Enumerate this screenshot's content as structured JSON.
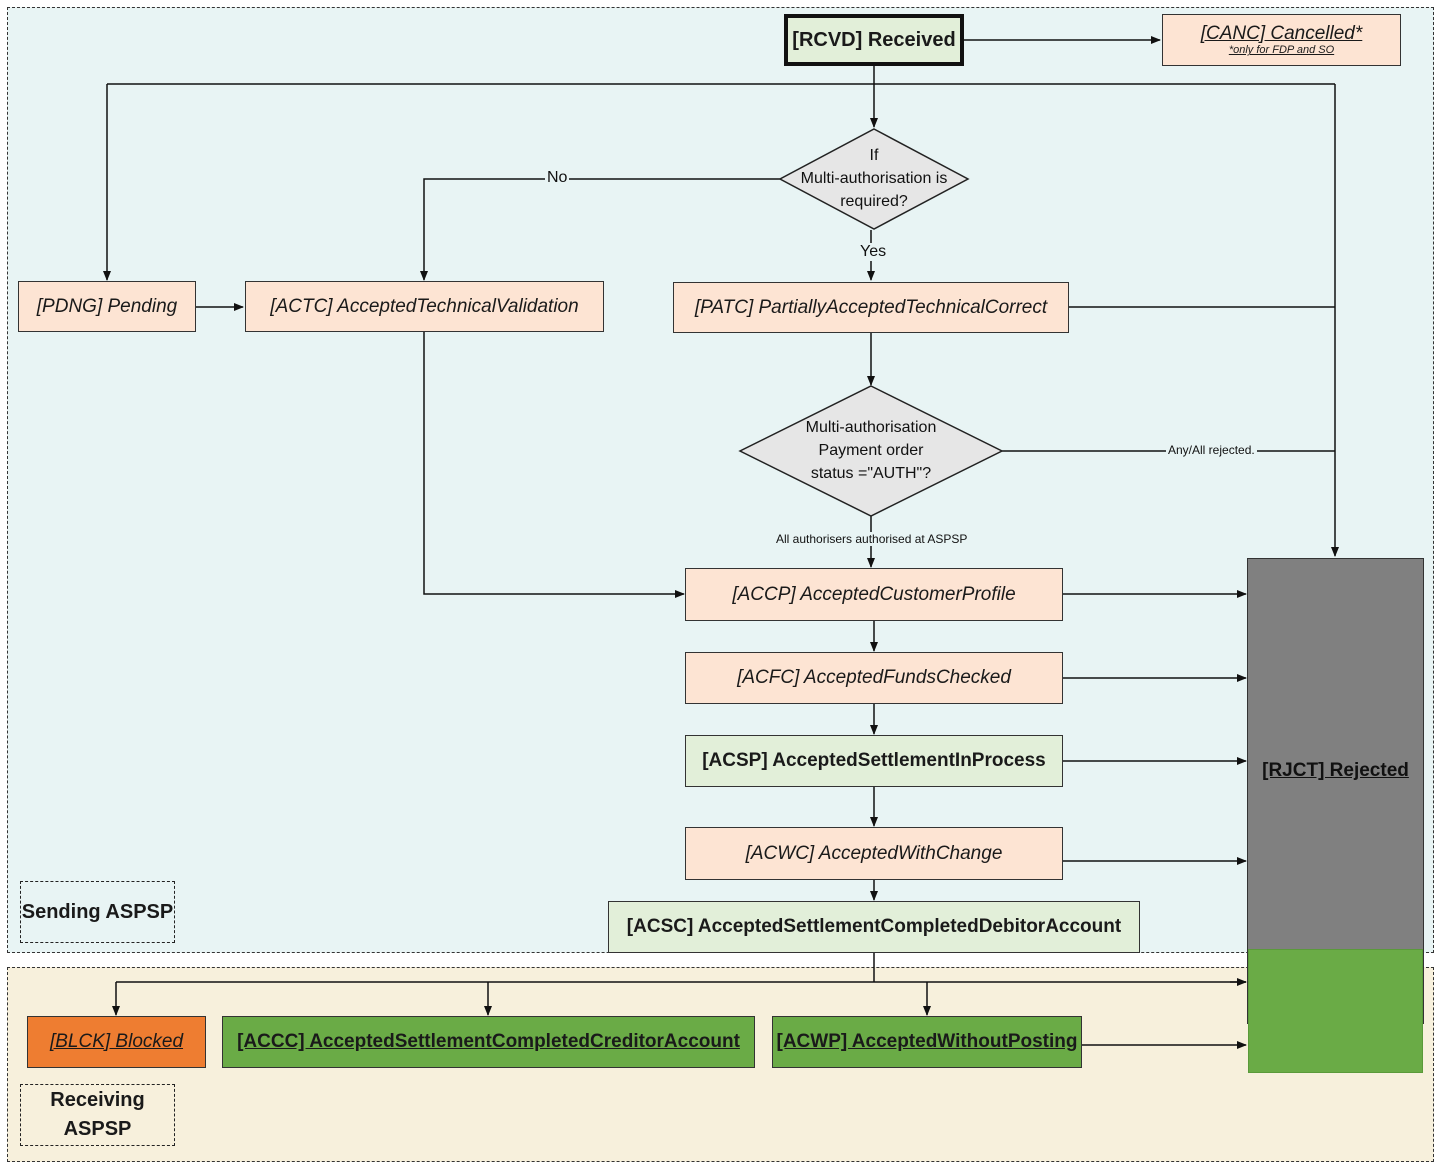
{
  "zones": {
    "sending": "Sending ASPSP",
    "receiving": "Receiving ASPSP"
  },
  "nodes": {
    "rcvd": "[RCVD] Received",
    "canc": "[CANC] Cancelled*",
    "canc_note": "*only for FDP and SO",
    "pdng": "[PDNG] Pending",
    "actc": "[ACTC] AcceptedTechnicalValidation",
    "patc": "[PATC] PartiallyAcceptedTechnicalCorrect",
    "accp": "[ACCP] AcceptedCustomerProfile",
    "acfc": "[ACFC] AcceptedFundsChecked",
    "acsp": "[ACSP] AcceptedSettlementInProcess",
    "acwc": "[ACWC] AcceptedWithChange",
    "acsc": "[ACSC] AcceptedSettlementCompletedDebitorAccount",
    "blck": "[BLCK] Blocked",
    "accc": "[ACCC] AcceptedSettlementCompletedCreditorAccount",
    "acwp": "[ACWP] AcceptedWithoutPosting",
    "rjct": "[RJCT] Rejected"
  },
  "decisions": {
    "multi_auth_required": [
      "If",
      "Multi-authorisation is",
      "required?"
    ],
    "auth_status": [
      "Multi-authorisation",
      "Payment order",
      "status =\"AUTH\"?"
    ]
  },
  "edge_labels": {
    "no": "No",
    "yes": "Yes",
    "any_all_rejected": "Any/All rejected.",
    "all_authorised": "All authorisers authorised at ASPSP"
  }
}
